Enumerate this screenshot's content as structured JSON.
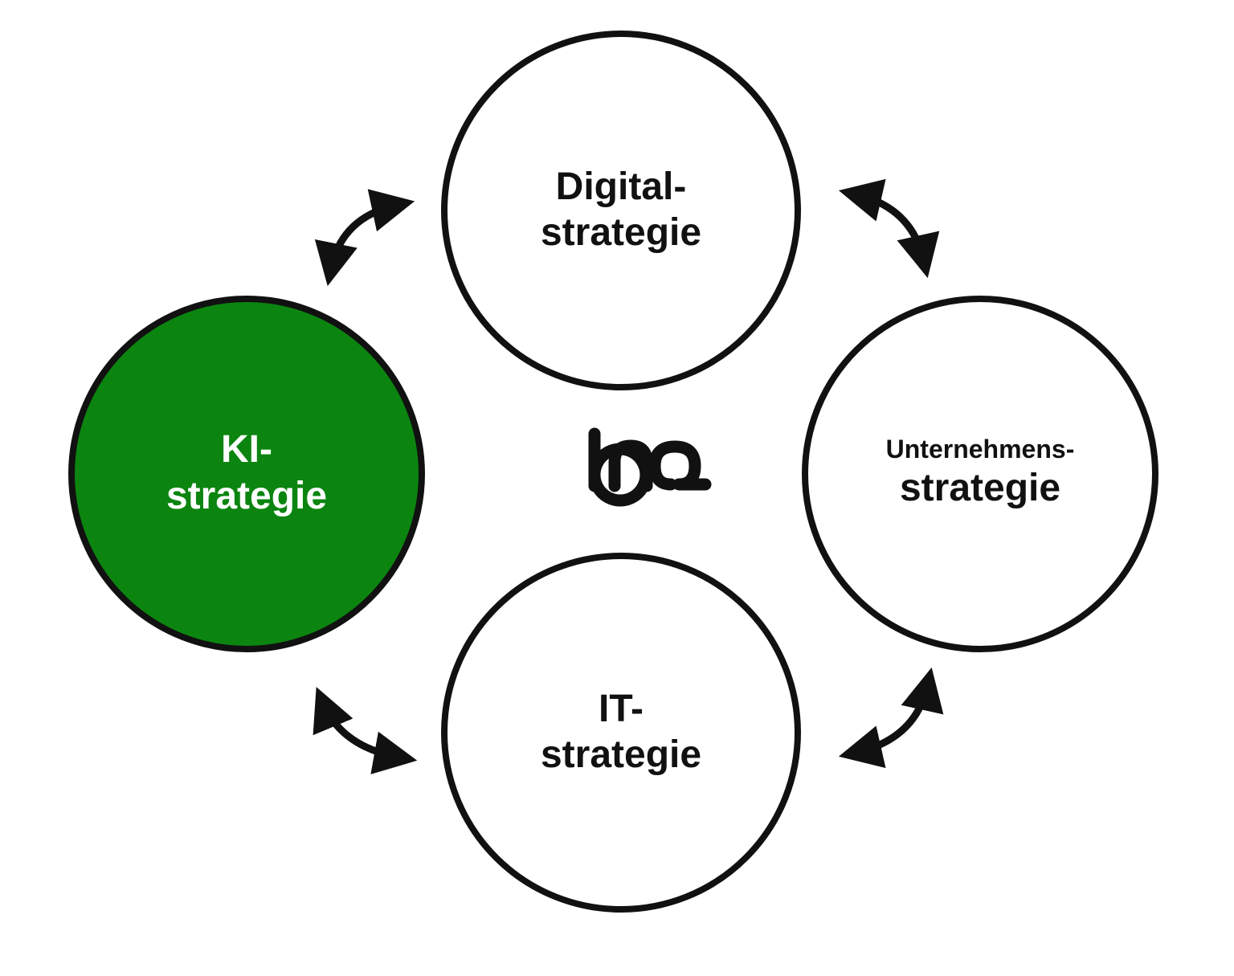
{
  "colors": {
    "background": "#ffffff",
    "stroke": "#111111",
    "text_dark": "#111111",
    "highlight_fill": "#0b8510",
    "highlight_text": "#ffffff"
  },
  "logo": {
    "text": "dno.",
    "icon": "dno-logo-mark"
  },
  "nodes": [
    {
      "id": "digital",
      "line1": "Digital-",
      "line2": "strategie",
      "highlighted": false
    },
    {
      "id": "unternehmen",
      "line1": "Unternehmens-",
      "line2": "strategie",
      "highlighted": false
    },
    {
      "id": "it",
      "line1": "IT-",
      "line2": "strategie",
      "highlighted": false
    },
    {
      "id": "ki",
      "line1": "KI-",
      "line2": "strategie",
      "highlighted": true
    }
  ],
  "connections": [
    {
      "from": "ki",
      "to": "digital",
      "direction": "bidirectional"
    },
    {
      "from": "digital",
      "to": "unternehmen",
      "direction": "bidirectional"
    },
    {
      "from": "unternehmen",
      "to": "it",
      "direction": "bidirectional"
    },
    {
      "from": "it",
      "to": "ki",
      "direction": "bidirectional"
    }
  ]
}
